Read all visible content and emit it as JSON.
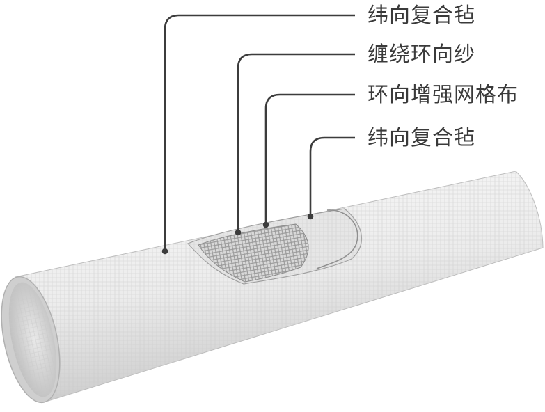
{
  "diagram": {
    "subject": "pipe-layer-structure",
    "callouts": [
      {
        "id": "outer-felt",
        "text": "纬向复合毡"
      },
      {
        "id": "winding-yarn",
        "text": "缠绕环向纱"
      },
      {
        "id": "mesh",
        "text": "环向增强网格布"
      },
      {
        "id": "inner-felt",
        "text": "纬向复合毡"
      }
    ],
    "colors": {
      "pipe_light": "#f4f4f4",
      "pipe_mid": "#dcdcdc",
      "pipe_dark": "#a9a9a9",
      "leader_line": "#3c3c3c",
      "label_text": "#3a3a3a"
    }
  }
}
